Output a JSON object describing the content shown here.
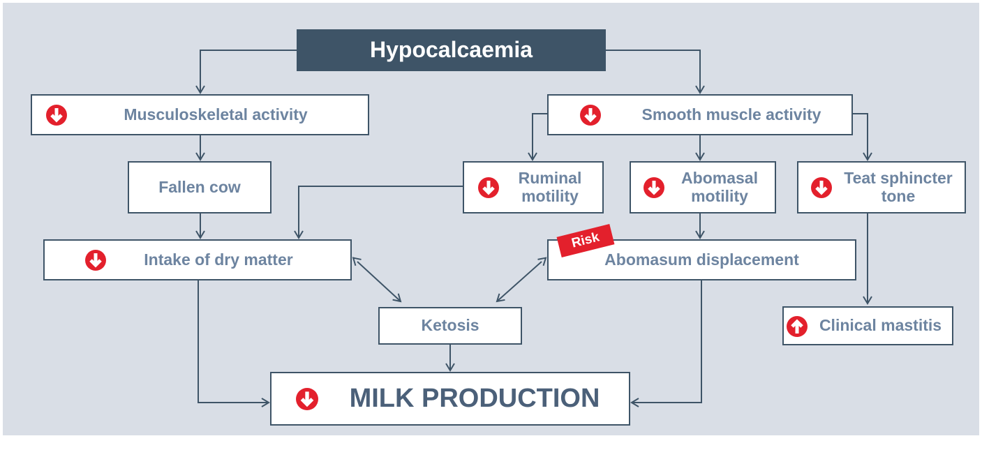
{
  "title": "Hypocalcaemia",
  "nodes": {
    "musculoskeletal": "Musculoskeletal activity",
    "smooth_muscle": "Smooth muscle activity",
    "fallen_cow": "Fallen cow",
    "ruminal": "Ruminal motility",
    "abomasal": "Abomasal motility",
    "teat": "Teat sphincter tone",
    "intake": "Intake of dry matter",
    "abomasum": "Abomasum displacement",
    "risk": "Risk",
    "ketosis": "Ketosis",
    "mastitis": "Clinical mastitis",
    "milk": "MILK PRODUCTION"
  },
  "icons": {
    "decrease": "down-arrow-icon",
    "increase": "up-arrow-icon"
  },
  "colors": {
    "background": "#d9dee6",
    "title_fill": "#3e5467",
    "text": "#6d84a0",
    "border": "#3e5467",
    "alert_red": "#e3202c"
  }
}
